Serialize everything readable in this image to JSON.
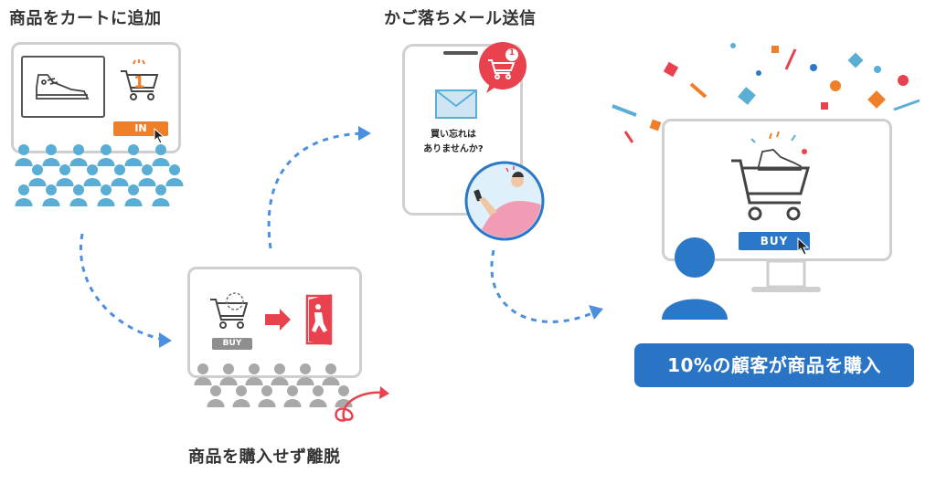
{
  "steps": {
    "add_to_cart": {
      "label": "商品をカートに追加",
      "button": "IN",
      "badge": "1"
    },
    "abandon": {
      "label": "商品を購入せず離脱",
      "button": "BUY"
    },
    "email": {
      "label": "かご落ちメール送信",
      "notification": "1",
      "message": "買い忘れは\nありませんか?"
    },
    "purchase": {
      "button": "BUY",
      "result": "10%の顧客が商品を購入"
    }
  },
  "colors": {
    "accent_orange": "#f07f2a",
    "brand_blue": "#2b78c9",
    "crowd_blue": "#5aaed6",
    "crowd_gray": "#a9a9a9",
    "alert_red": "#e8424f",
    "arrow_blue": "#4b8fe0"
  },
  "icons": [
    "sneaker-icon",
    "cart-icon",
    "cursor-icon",
    "exit-door-icon",
    "envelope-icon",
    "person-icon",
    "confetti-icon"
  ]
}
